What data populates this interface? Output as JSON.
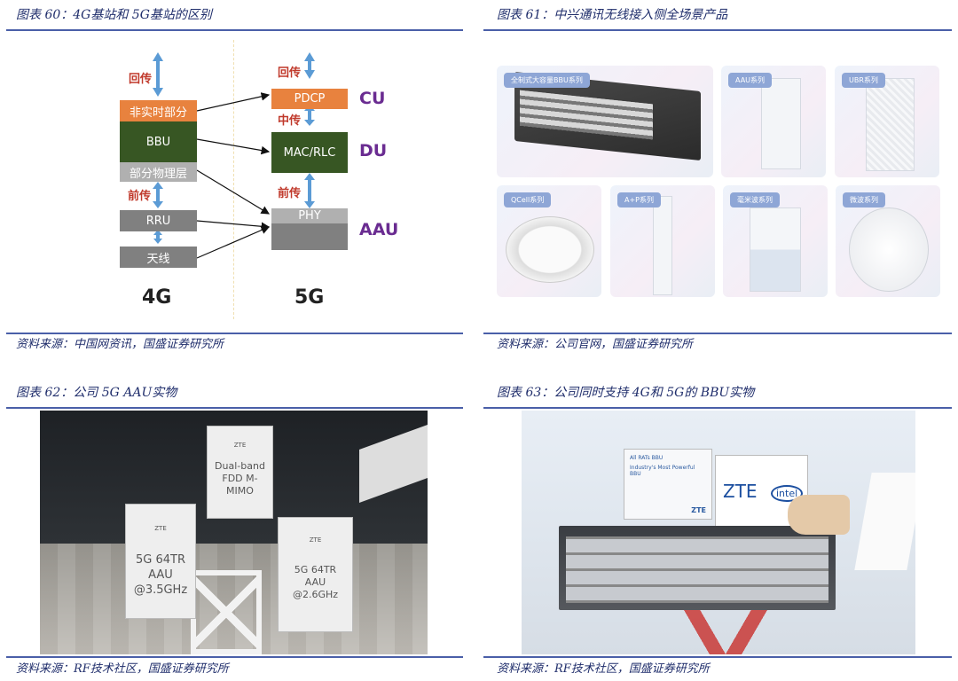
{
  "fig60": {
    "title": "图表 60：4G基站和 5G基站的区别",
    "source": "资料来源：中国网资讯，国盛证券研究所",
    "g4": {
      "label": "4G",
      "backhaul": "回传",
      "nrt": "非实时部分",
      "bbu": "BBU",
      "phy_part": "部分物理层",
      "fronthaul": "前传",
      "rru": "RRU",
      "antenna": "天线"
    },
    "g5": {
      "label": "5G",
      "backhaul": "回传",
      "pdcp": "PDCP",
      "midhaul": "中传",
      "macrlc": "MAC/RLC",
      "fronthaul": "前传",
      "phy": "PHY",
      "cu": "CU",
      "du": "DU",
      "aau": "AAU"
    }
  },
  "fig61": {
    "title": "图表 61：中兴通讯无线接入侧全场景产品",
    "source": "资料来源：公司官网，国盛证券研究所",
    "cards": [
      "全制式大容量BBU系列",
      "AAU系列",
      "UBR系列",
      "QCell系列",
      "A+P系列",
      "毫米波系列",
      "微波系列"
    ]
  },
  "fig62": {
    "title": "图表 62：公司 5G AAU实物",
    "source": "资料来源：RF技术社区，国盛证券研究所",
    "brand": "ZTE",
    "unit_top": "Dual-band FDD M-MIMO",
    "unit_left": "5G 64TR AAU @3.5GHz",
    "unit_right": "5G 64TR AAU @2.6GHz"
  },
  "fig63": {
    "title": "图表 63：公司同时支持 4G和 5G的 BBU实物",
    "source": "资料来源：RF技术社区，国盛证券研究所",
    "sign_title": "All RATs BBU",
    "sign_sub": "Industry's Most Powerful BBU",
    "brand": "ZTE",
    "partner": "intel"
  }
}
